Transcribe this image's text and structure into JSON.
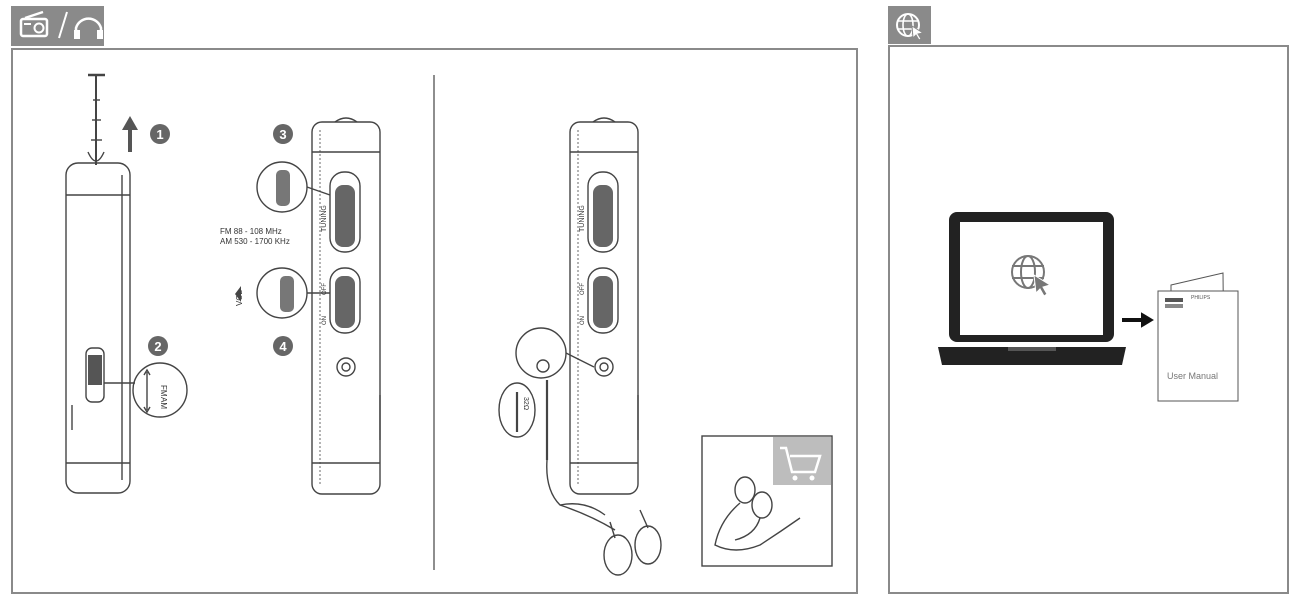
{
  "left_panel": {
    "tab_icons": [
      "radio-icon",
      "headphones-icon"
    ],
    "steps": [
      "1",
      "2",
      "3",
      "4"
    ],
    "band_switch": {
      "fm": "FM",
      "am": "AM"
    },
    "frequency": {
      "fm": "FM 88 - 108 MHz",
      "am": "AM 530 - 1700 KHz"
    },
    "tuning_label": "TUNING",
    "volume_label": "VOL",
    "power_label_on": "ON",
    "power_label_off": "OFF",
    "impedance": "32Ω",
    "cart_icon": "shopping-cart-icon"
  },
  "right_panel": {
    "tab_icon": "globe-cursor-icon",
    "laptop_screen_icon": "globe-cursor-icon",
    "manual_brand": "PHILIPS",
    "manual_title": "User Manual"
  },
  "colors": {
    "frame": "#8a8a8a",
    "line": "#444444",
    "tab_bg": "#8a8a8a",
    "cart_bg": "#bdbdbd"
  }
}
